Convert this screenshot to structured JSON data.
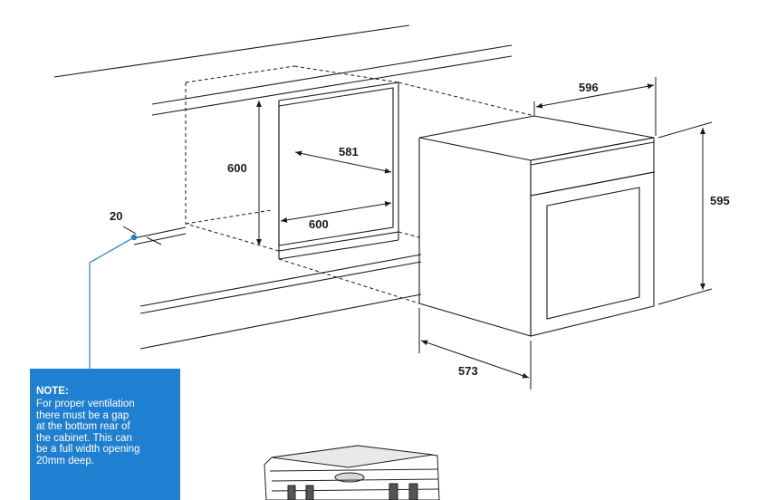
{
  "dimensions": {
    "oven_width": "596",
    "oven_height": "595",
    "oven_depth": "573",
    "cavity_height": "600",
    "cavity_depth": "581",
    "cavity_width": "600",
    "gap": "20"
  },
  "note": {
    "title": "NOTE:",
    "lines": [
      "For proper ventilation",
      "there must be a gap",
      "at the bottom rear of",
      "the cabinet. This can",
      "be a full width opening",
      "20mm deep."
    ]
  },
  "colors": {
    "line": "#1a1a1a",
    "note_background": "#1f7fd0",
    "leader": "#1f7fd0",
    "note_text": "#ffffff"
  }
}
